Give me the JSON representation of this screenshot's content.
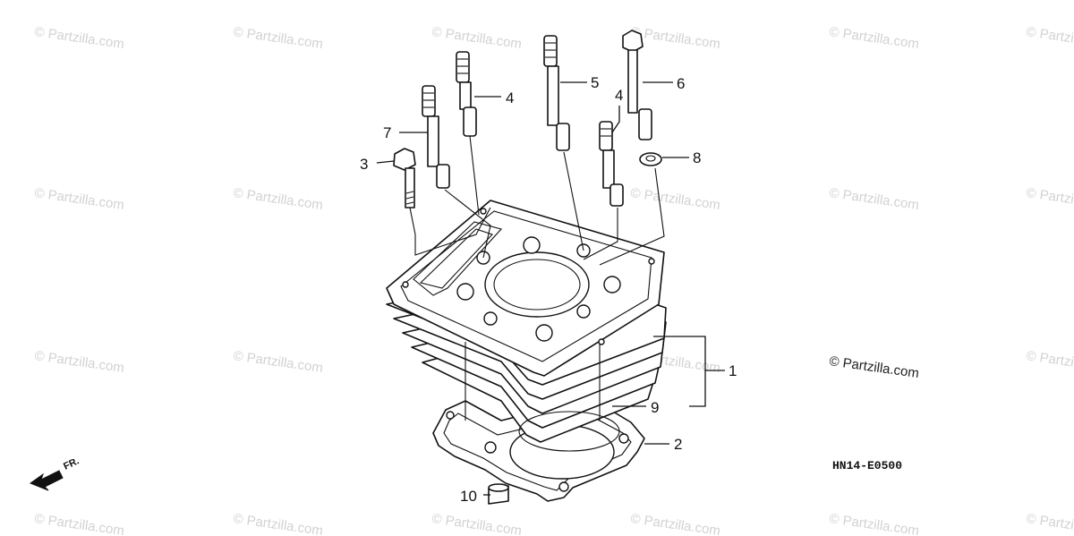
{
  "watermark": {
    "text": "© Partzilla.com"
  },
  "copyright": {
    "text": "© Partzilla.com"
  },
  "diagram_code": "HN14-E0500",
  "front_marker": {
    "text": "FR."
  },
  "callouts": {
    "c1": "1",
    "c2": "2",
    "c3": "3",
    "c4a": "4",
    "c4b": "4",
    "c5": "5",
    "c6": "6",
    "c7": "7",
    "c8": "8",
    "c9": "9",
    "c10": "10"
  }
}
